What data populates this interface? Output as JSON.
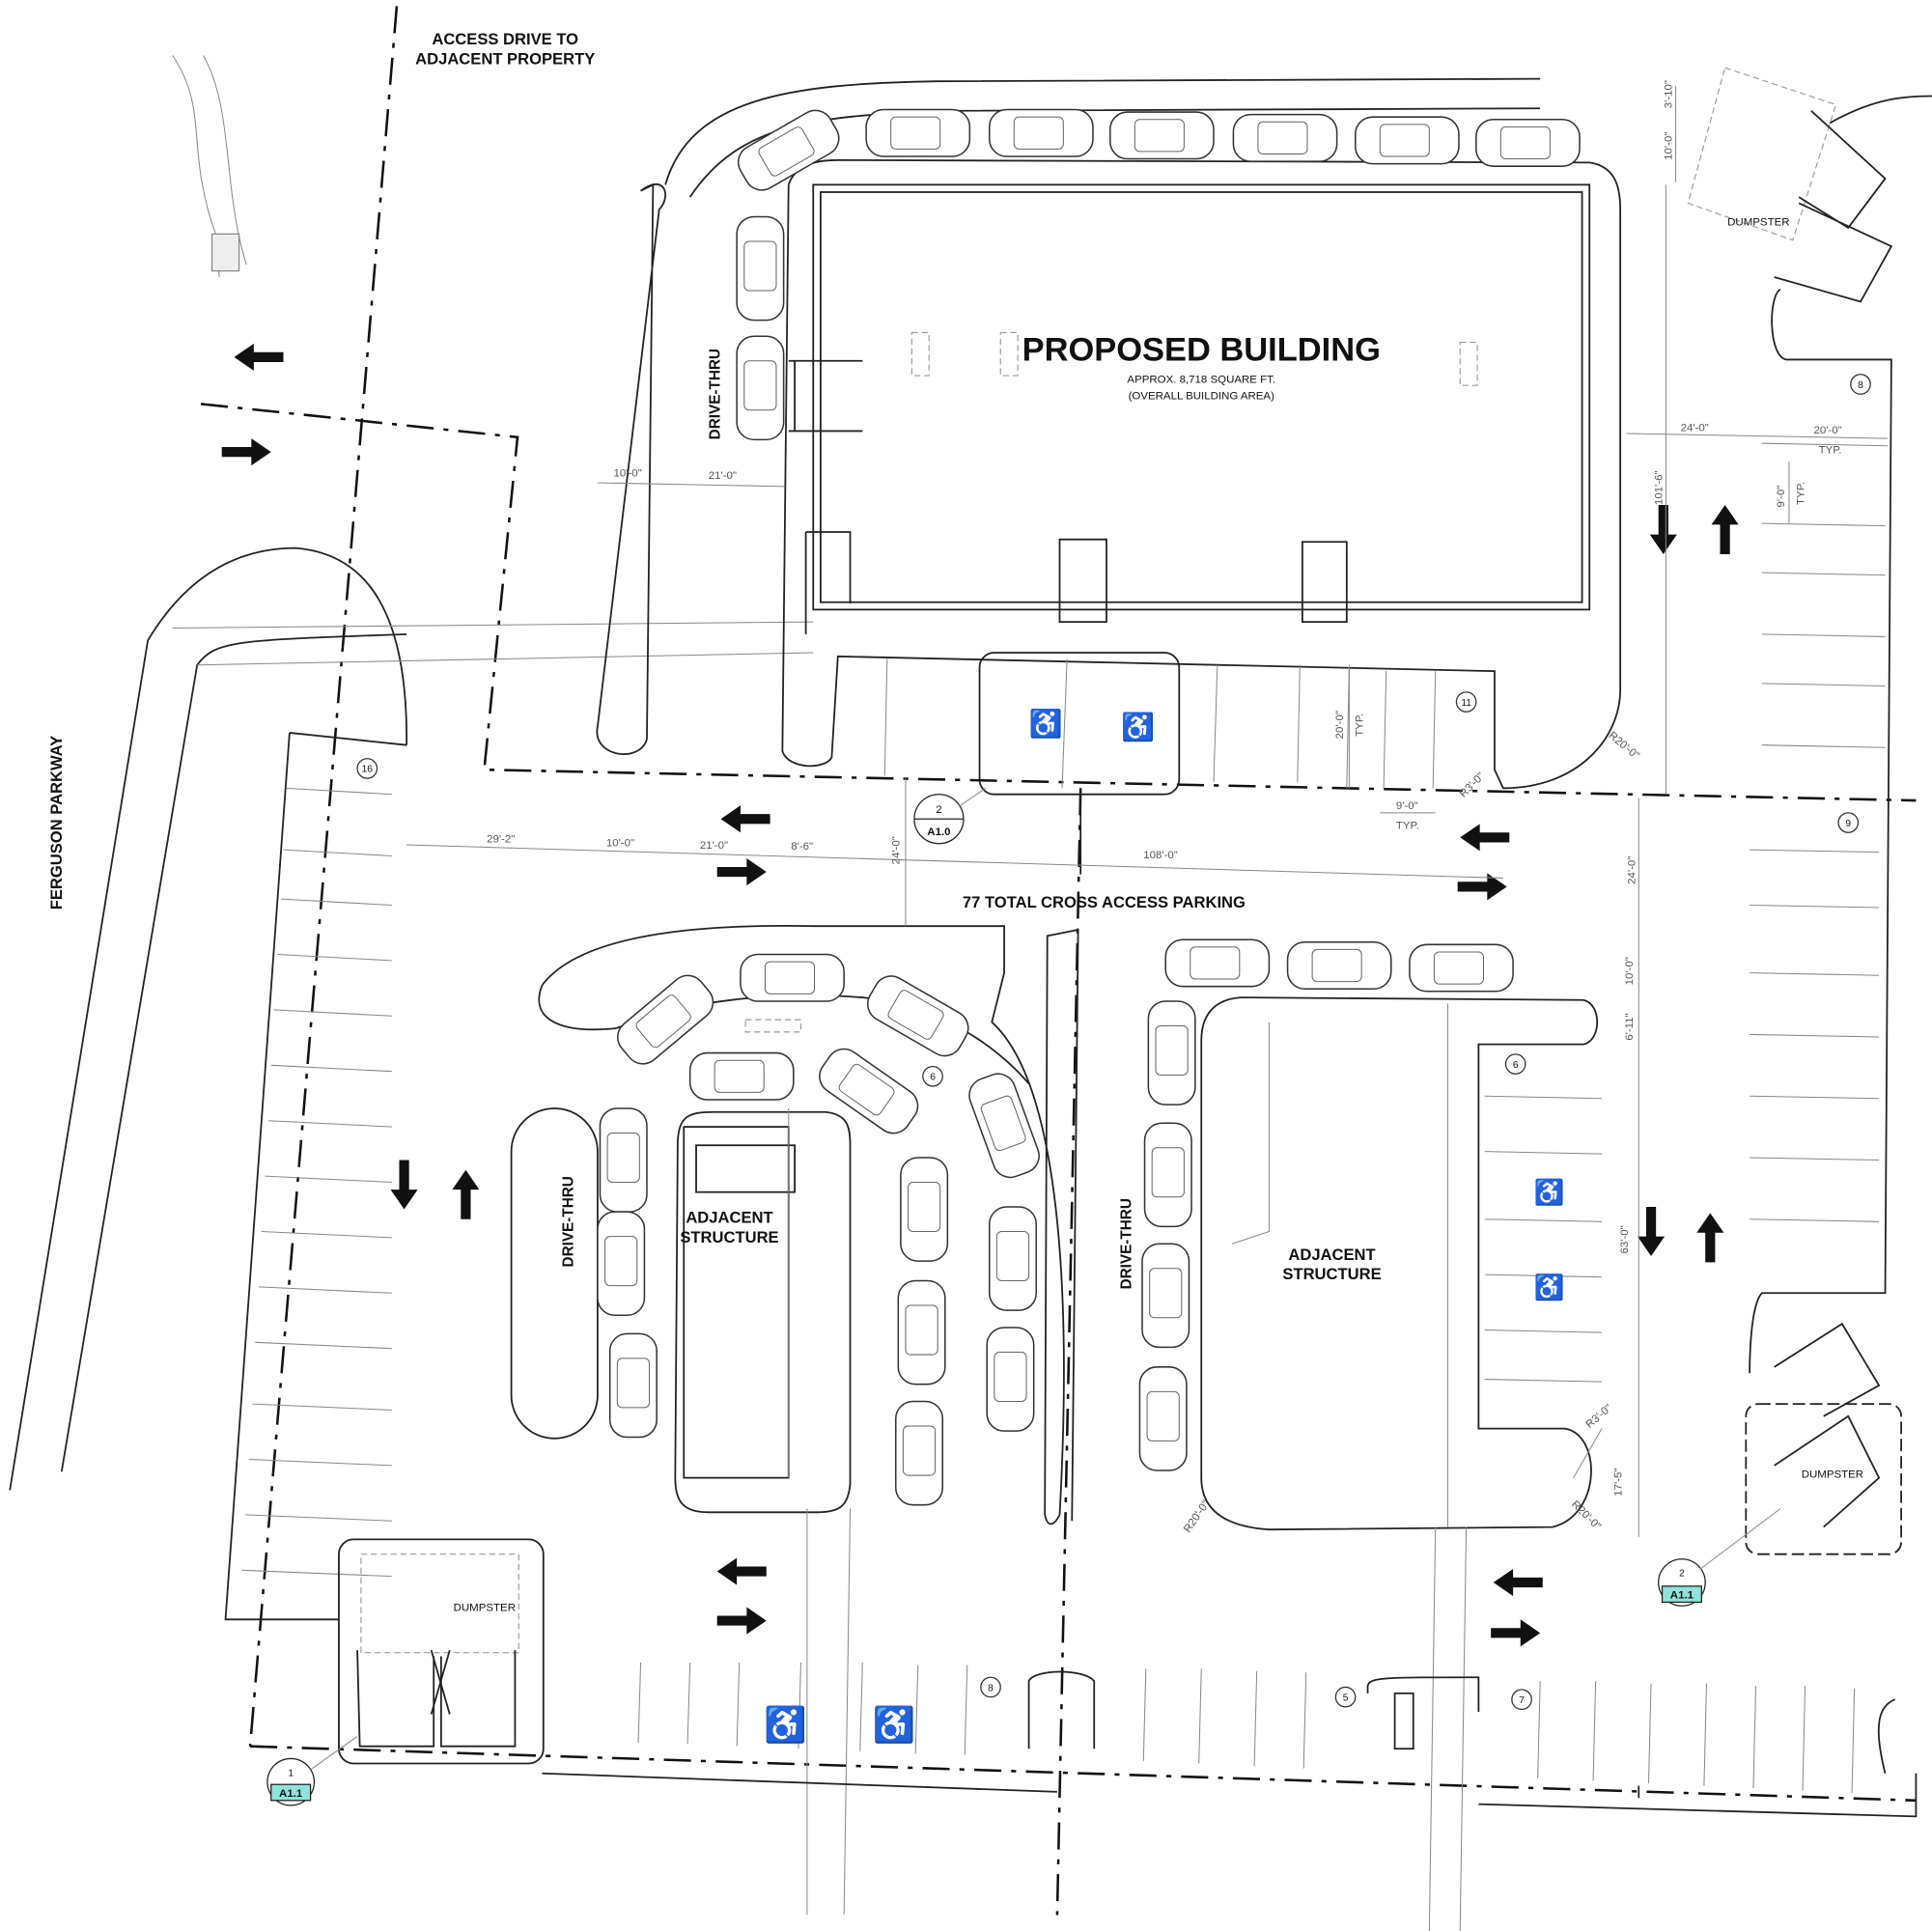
{
  "labels": {
    "access_drive_line1": "ACCESS DRIVE TO",
    "access_drive_line2": "ADJACENT PROPERTY",
    "road": "FERGUSON PARKWAY",
    "proposed_building": "PROPOSED BUILDING",
    "building_area_line1": "APPROX. 8,718 SQUARE FT.",
    "building_area_line2": "(OVERALL BUILDING AREA)",
    "cross_access": "77 TOTAL CROSS ACCESS PARKING",
    "drive_thru": "DRIVE-THRU",
    "adjacent_structure_line1": "ADJACENT",
    "adjacent_structure_line2": "STRUCTURE",
    "dumpster": "DUMPSTER"
  },
  "dimensions": {
    "d_3_10": "3'-10\"",
    "d_10_0_top": "10'-0\"",
    "d_24_0_right": "24'-0\"",
    "d_20_0_typ": "20'-0\"",
    "typ": "TYP.",
    "d_9_0_typ_v": "9'-0\"",
    "d_101_6": "101'-6\"",
    "d_10_0_left": "10'-0\"",
    "d_21_0_top": "21'-0\"",
    "d_20_0_stall": "20'-0\"",
    "d_9_0_stall": "9'-0\"",
    "r_3_0": "R3'-0\"",
    "r_20_0": "R20'-0\"",
    "d_29_2": "29'-2\"",
    "d_10_0_mid": "10'-0\"",
    "d_21_0_mid": "21'-0\"",
    "d_8_6": "8'-6\"",
    "d_24_0_mid": "24'-0\"",
    "d_108_0": "108'-0\"",
    "d_24_0_east": "24'-0\"",
    "d_10_0_east": "10'-0\"",
    "d_6_11": "6'-11\"",
    "d_63_0": "63'-0\"",
    "r_3_0_b": "R3'-0\"",
    "d_17_5": "17'-5\"",
    "r_20_0_b": "R20'-0\"",
    "r_20_0_c": "R20'-0\""
  },
  "stall_counts": [
    "16",
    "8",
    "11",
    "9",
    "6",
    "6",
    "8",
    "5",
    "7"
  ],
  "section_markers": [
    {
      "number": "2",
      "sheet": "A1.0"
    },
    {
      "number": "1",
      "sheet": "A1.1"
    },
    {
      "number": "2",
      "sheet": "A1.1"
    }
  ]
}
